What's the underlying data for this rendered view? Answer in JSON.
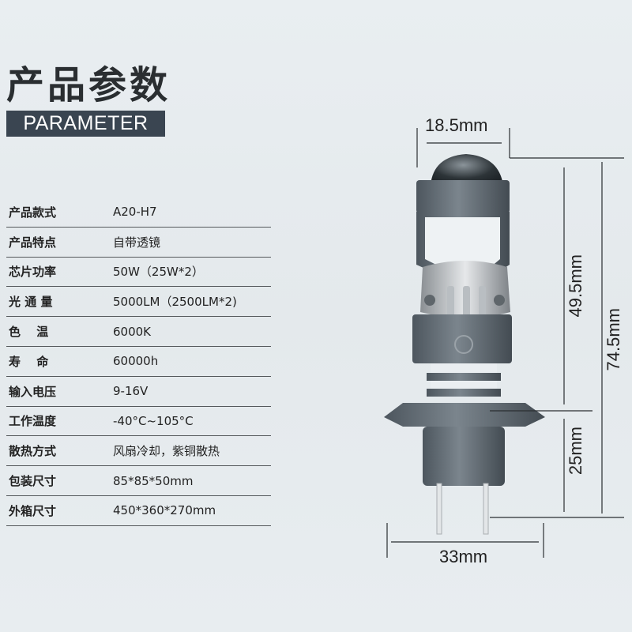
{
  "header": {
    "title_cn": "产品参数",
    "title_en": "PARAMETER"
  },
  "params": [
    {
      "label": "产品款式",
      "value": "A20-H7"
    },
    {
      "label": "产品特点",
      "value": "自带透镜"
    },
    {
      "label": "芯片功率",
      "value": "50W（25W*2）"
    },
    {
      "label": "光 通 量",
      "value": "5000LM（2500LM*2)"
    },
    {
      "label": "色　 温",
      "value": "6000K"
    },
    {
      "label": "寿　 命",
      "value": "60000h"
    },
    {
      "label": "输入电压",
      "value": "9-16V"
    },
    {
      "label": "工作温度",
      "value": "-40°C~105°C"
    },
    {
      "label": "散热方式",
      "value": "风扇冷却，紫铜散热"
    },
    {
      "label": "包装尺寸",
      "value": "85*85*50mm"
    },
    {
      "label": "外箱尺寸",
      "value": "450*360*270mm"
    }
  ],
  "dimensions": {
    "top_width": "18.5mm",
    "upper_height": "49.5mm",
    "total_height": "74.5mm",
    "base_height": "25mm",
    "base_width": "33mm"
  }
}
